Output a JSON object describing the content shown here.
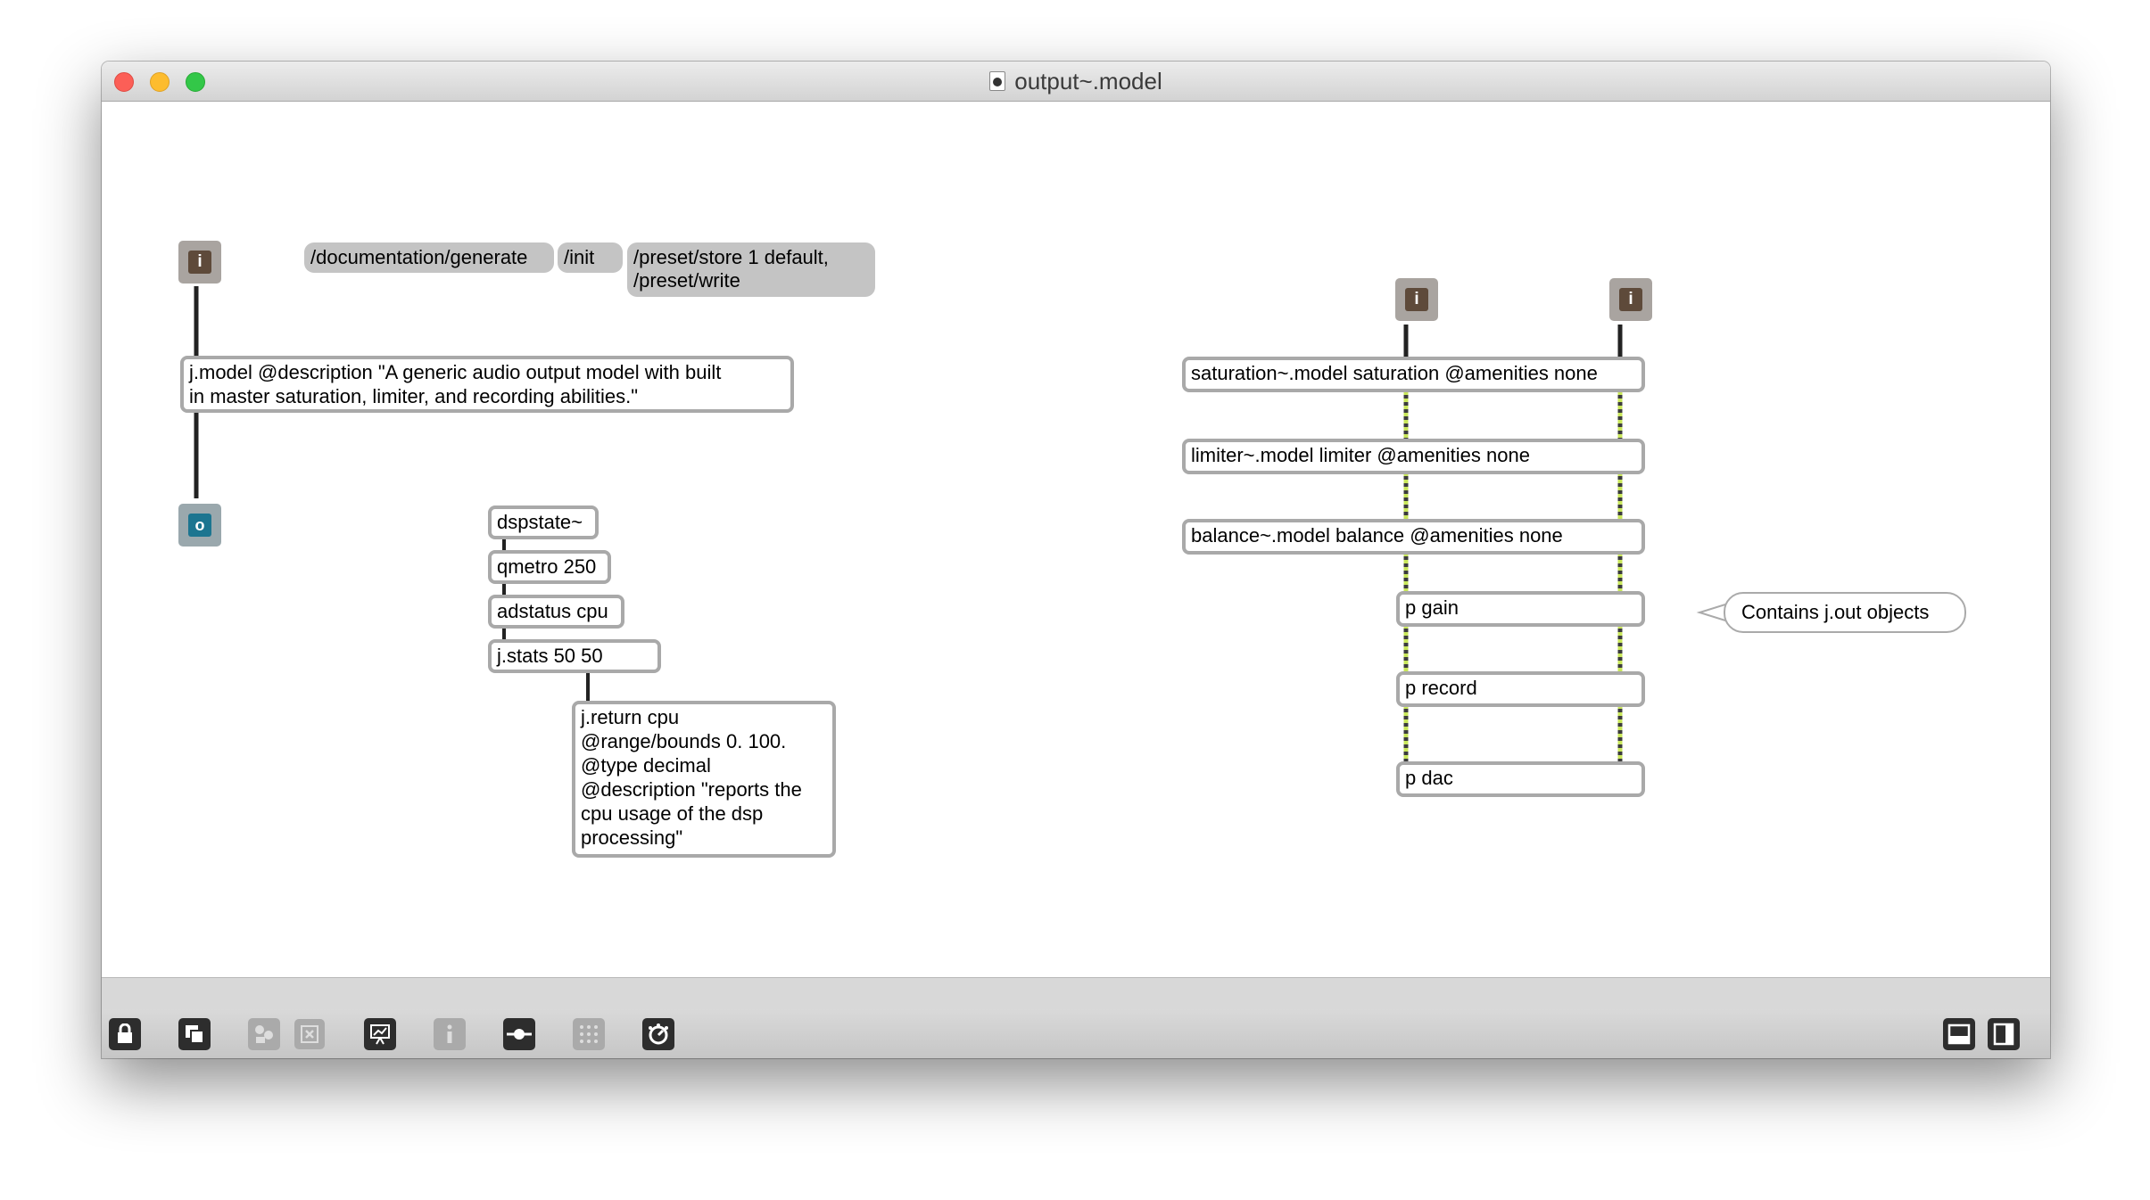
{
  "window": {
    "title": "output~.model"
  },
  "patch": {
    "messages": [
      {
        "id": "msg-doc",
        "text": "/documentation/generate"
      },
      {
        "id": "msg-init",
        "text": "/init"
      },
      {
        "id": "msg-preset",
        "text": "/preset/store 1 default,\n/preset/write"
      }
    ],
    "objects": {
      "jmodel": "j.model @description \"A generic audio output model with built\nin master saturation, limiter, and recording abilities.\"",
      "dspstate": "dspstate~",
      "qmetro": "qmetro 250",
      "adstatus": "adstatus cpu",
      "jstats": "j.stats 50 50",
      "jreturn": "j.return cpu\n@range/bounds 0. 100.\n@type decimal\n@description \"reports the\ncpu usage of the dsp\nprocessing\"",
      "saturation": "saturation~.model saturation @amenities none",
      "limiter": "limiter~.model limiter @amenities none",
      "balance": "balance~.model balance @amenities none",
      "pgain": "p gain",
      "precord": "p record",
      "pdac": "p dac"
    },
    "comment": "Contains j.out objects",
    "inlet_label": "i",
    "outlet_label": "o"
  },
  "toolbar": {
    "left_icons": [
      "lock-icon",
      "new-view-icon",
      "freeze-icon",
      "close-x-icon",
      "presentation-icon",
      "info-icon",
      "patch-cord-icon",
      "grid-icon",
      "debug-icon"
    ],
    "right_icons": [
      "bottom-panel-icon",
      "right-panel-icon"
    ]
  }
}
